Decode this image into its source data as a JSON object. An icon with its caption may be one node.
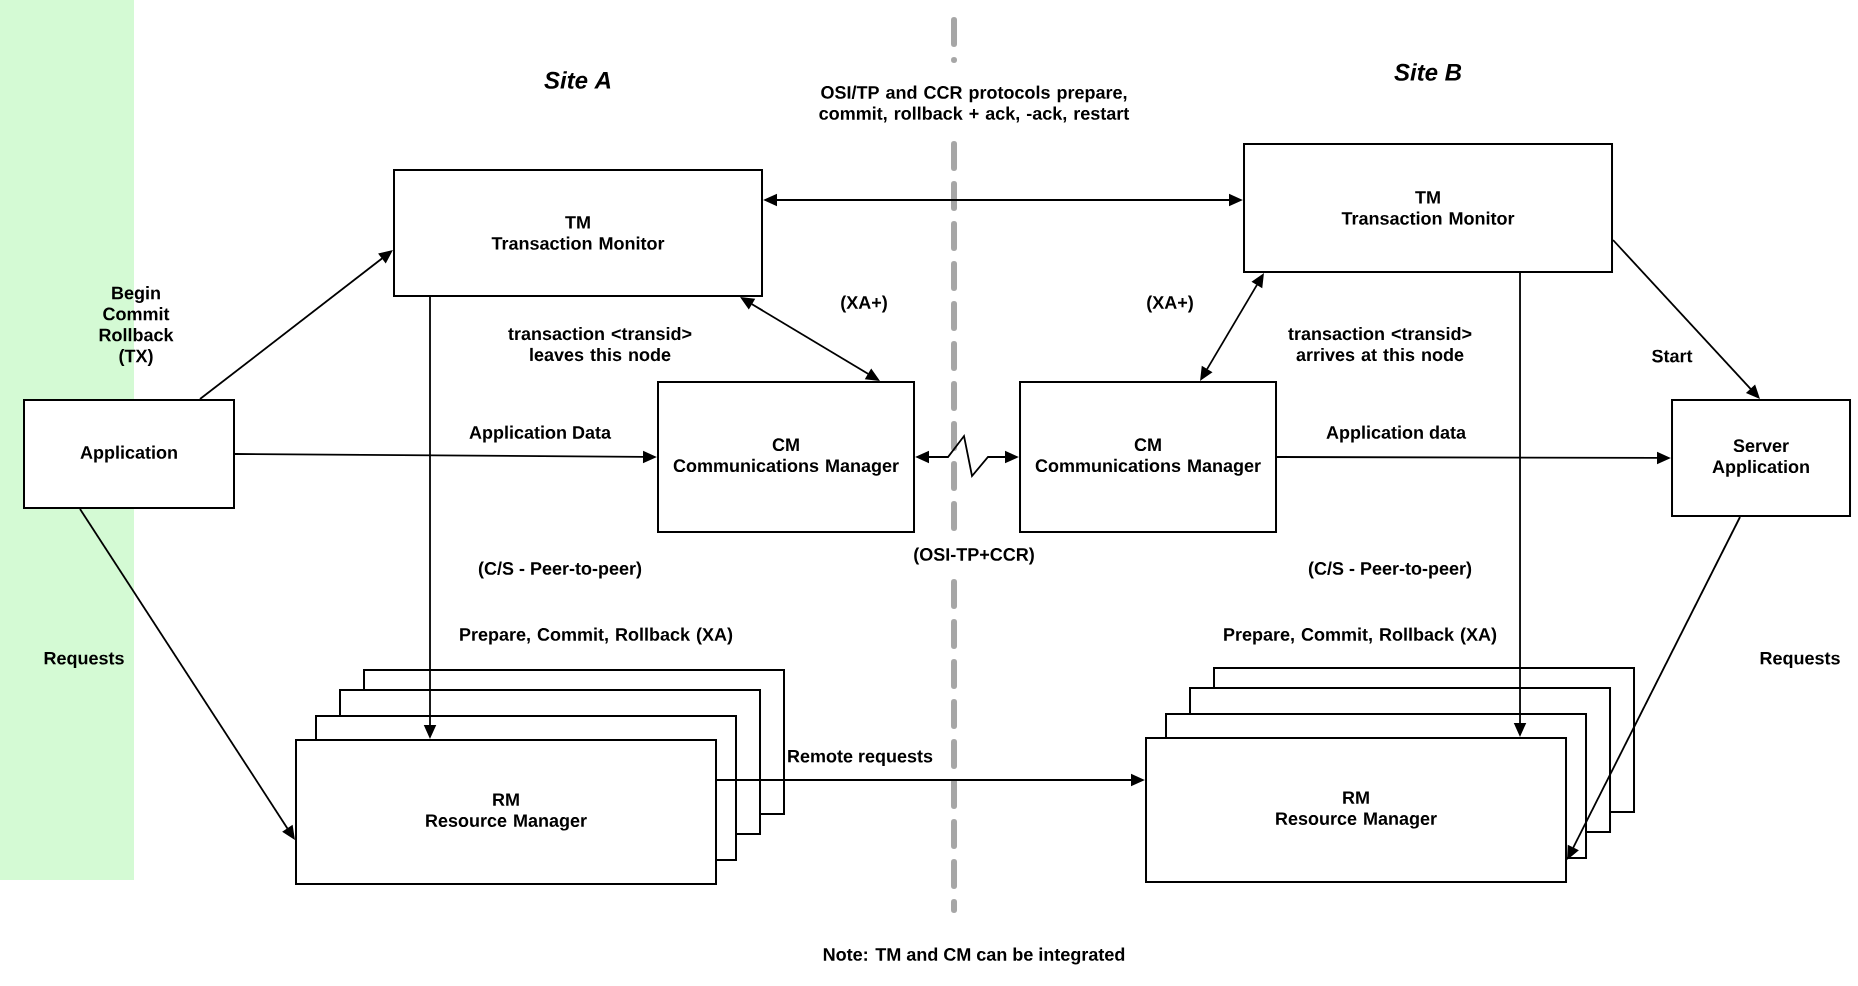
{
  "diagram": {
    "nodes": [
      {
        "text": [
          "TM",
          "Transaction Monitor"
        ]
      },
      {
        "text": [
          "TM",
          "Transaction Monitor"
        ]
      },
      {
        "text": [
          "Application"
        ]
      },
      {
        "text": [
          "CM",
          "Communications Manager"
        ]
      },
      {
        "text": [
          "CM",
          "Communications Manager"
        ]
      },
      {
        "text": [
          "Server Application"
        ]
      },
      {
        "text": [
          "RM",
          "Resource Manager"
        ]
      },
      {
        "text": [
          "RM",
          "Resource Manager"
        ]
      }
    ],
    "edges": [
      {
        "from": 2,
        "to": 0,
        "arrow": "to",
        "label": "Begin Commit Rollback (TX)"
      },
      {
        "from": 0,
        "to": 1,
        "arrow": "both",
        "label": "OSI/TP and CCR protocols prepare, commit, rollback + ack, -ack, restart"
      },
      {
        "from": 0,
        "to": 3,
        "arrow": "both",
        "label": "(XA+)"
      },
      {
        "from": 1,
        "to": 4,
        "arrow": "both",
        "label": "(XA+)"
      },
      {
        "from": 3,
        "to": 4,
        "arrow": "both",
        "label": "(OSI-TP+CCR)"
      },
      {
        "from": 2,
        "to": 3,
        "arrow": "to",
        "label": "Application Data"
      },
      {
        "from": 4,
        "to": 5,
        "arrow": "to",
        "label": "Application data"
      },
      {
        "from": 0,
        "to": 6,
        "arrow": "to",
        "label": "Prepare, Commit, Rollback (XA)"
      },
      {
        "from": 1,
        "to": 7,
        "arrow": "to",
        "label": "Prepare, Commit, Rollback (XA)"
      },
      {
        "from": 2,
        "to": 6,
        "arrow": "to",
        "label": "Requests"
      },
      {
        "from": 5,
        "to": 7,
        "arrow": "to",
        "label": "Requests"
      },
      {
        "from": 1,
        "to": 5,
        "arrow": "to",
        "label": "Start"
      },
      {
        "from": 6,
        "to": 7,
        "arrow": "to",
        "label": "Remote requests"
      }
    ],
    "labels": [
      "Site A",
      "Site B",
      "transaction <transid> leaves this node",
      "transaction <transid> arrives at this node",
      "(C/S - Peer-to-peer)",
      "(C/S - Peer-to-peer)",
      "Note: TM and CM can be integrated"
    ]
  }
}
